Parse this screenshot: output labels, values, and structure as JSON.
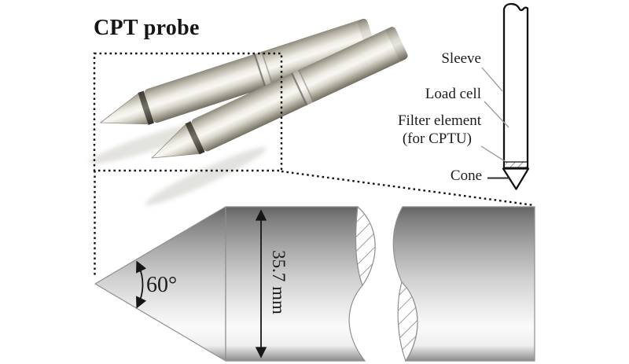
{
  "figure": {
    "title": "CPT probe",
    "schematic_labels": {
      "sleeve": "Sleeve",
      "load_cell": "Load cell",
      "filter_element": "Filter element",
      "filter_element_note": "(for CPTU)",
      "cone": "Cone"
    },
    "detail_annotations": {
      "cone_angle": "60°",
      "diameter": "35.7 mm"
    },
    "colors": {
      "background": "#ffffff",
      "ink": "#161616",
      "leader_line": "#999999",
      "metal_dark": "#636363",
      "metal_mid": "#cdcdcd",
      "metal_light": "#fafafa",
      "probe_warm_dark": "#8a8678",
      "probe_warm_light": "#f8f7f2"
    }
  }
}
